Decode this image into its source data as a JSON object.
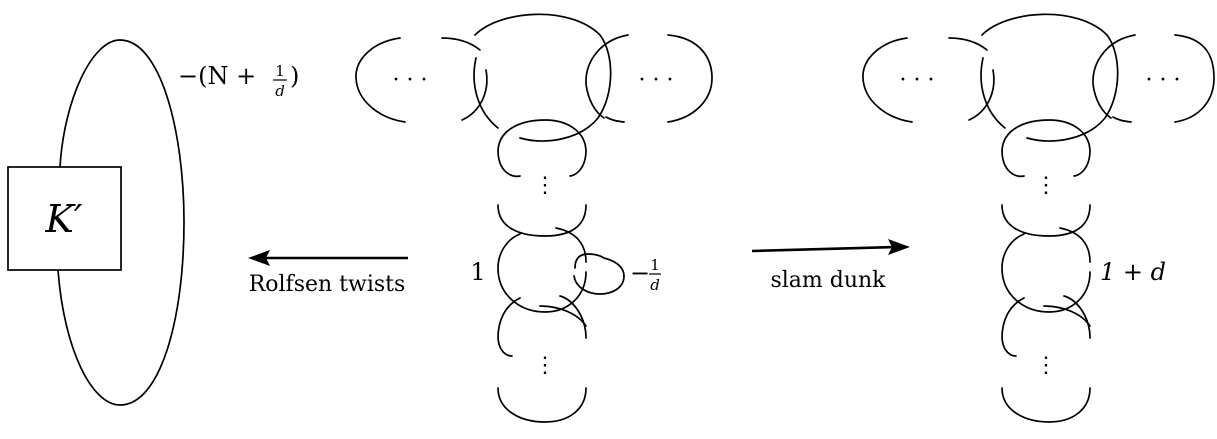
{
  "box_label": "K′",
  "framing_left": {
    "prefix": "−(N + ",
    "frac_num": "1",
    "frac_den": "d",
    "suffix": ")"
  },
  "ellipsis_h": "· · ·",
  "ellipsis_v": "⋮",
  "label_rolfsen": "Rolfsen twists",
  "label_slam": "slam dunk",
  "label_one": "1",
  "framing_mid": {
    "minus": "−",
    "frac_num": "1",
    "frac_den": "d"
  },
  "label_one_plus_d": "1 + d"
}
